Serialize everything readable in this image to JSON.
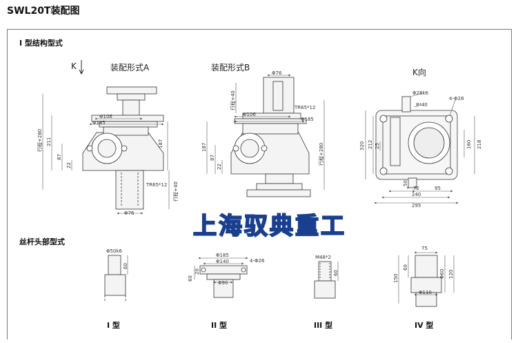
{
  "title": "SWL20T装配图",
  "section1": "I 型结构型式",
  "section2": "丝杆头部型式",
  "views": {
    "a": "装配形式A",
    "b": "装配形式B",
    "k": "K向",
    "k_arrow": "K"
  },
  "types": [
    "I 型",
    "II 型",
    "III 型",
    "IV 型"
  ],
  "watermark": "上海驭典重工",
  "dims": {
    "a_phi106": "Φ106",
    "a_phi185": "Φ185",
    "a_stroke280": "行程+280",
    "a_211": "211",
    "a_87": "87",
    "a_22": "22",
    "a_187": "187",
    "a_tr": "TR65*12",
    "a_stroke40": "行程+40",
    "a_phi76": "Φ76",
    "b_phi76": "Φ76",
    "b_stroke40": "行程+40",
    "b_tr": "TR65*12",
    "b_phi106": "Φ106",
    "b_phi185": "Φ185",
    "b_187": "187",
    "b_87": "87",
    "b_22": "22",
    "b_stroke280": "行程+280",
    "k_phi28k6": "Φ28k6",
    "k_8x40": "8*40",
    "k_4phi28": "4-Φ28",
    "k_320": "320",
    "k_212": "212",
    "k_25": "25",
    "k_160": "160",
    "k_218": "218",
    "k_50": "50",
    "k_72": "72",
    "k_95": "95",
    "k_240": "240",
    "k_295": "295",
    "t1_phi": "Φ50k6",
    "t1_60": "60",
    "t2_185": "Φ185",
    "t2_140": "Φ140",
    "t2_4phi26": "4-Φ26",
    "t2_60": "60",
    "t2_20": "20",
    "t2_90": "Φ90",
    "t3_m": "M48*2",
    "t3_60": "60",
    "t4_75": "75",
    "t4_60": "60",
    "t4_150": "150",
    "t4_phi60": "Φ60",
    "t4_120": "120",
    "t4_phi110": "Φ110"
  }
}
